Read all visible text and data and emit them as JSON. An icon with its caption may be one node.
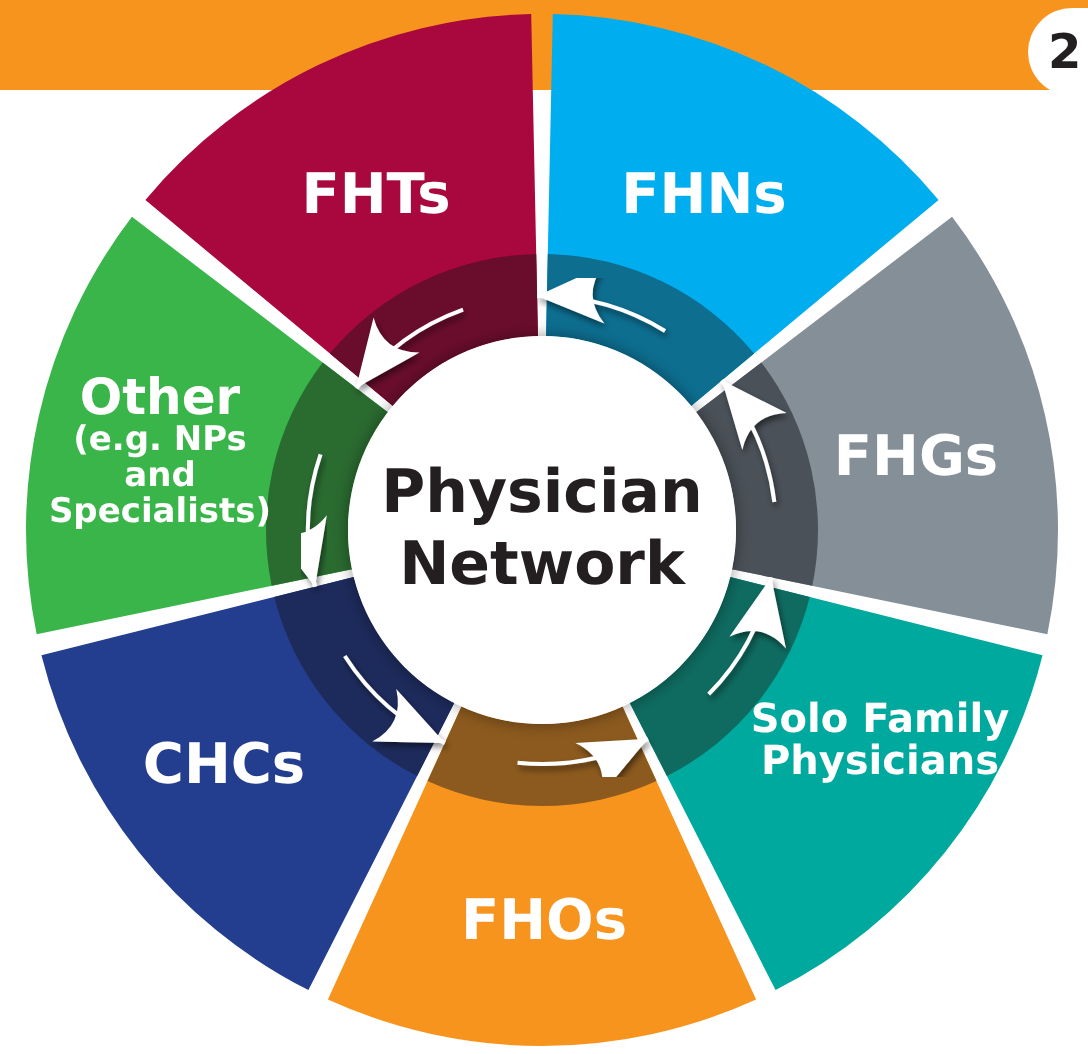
{
  "diagram": {
    "nodes": [
      {
        "text": [
          "Physician Network"
        ]
      },
      {
        "text": [
          "FHTs"
        ]
      },
      {
        "text": [
          "FHNs"
        ]
      },
      {
        "text": [
          "FHGs"
        ]
      },
      {
        "text": [
          "Solo Family Physicians"
        ]
      },
      {
        "text": [
          "FHOs"
        ]
      },
      {
        "text": [
          "CHCs"
        ]
      },
      {
        "text": [
          "Other",
          "(e.g. NPs and Specialists)"
        ]
      }
    ],
    "edges": [
      {
        "from": 2,
        "to": 1,
        "arrow": "to"
      },
      {
        "from": 3,
        "to": 2,
        "arrow": "to"
      },
      {
        "from": 4,
        "to": 3,
        "arrow": "to"
      },
      {
        "from": 5,
        "to": 4,
        "arrow": "to"
      },
      {
        "from": 6,
        "to": 5,
        "arrow": "to"
      },
      {
        "from": 7,
        "to": 6,
        "arrow": "to"
      },
      {
        "from": 1,
        "to": 7,
        "arrow": "to"
      }
    ],
    "labels": [
      "2"
    ]
  }
}
